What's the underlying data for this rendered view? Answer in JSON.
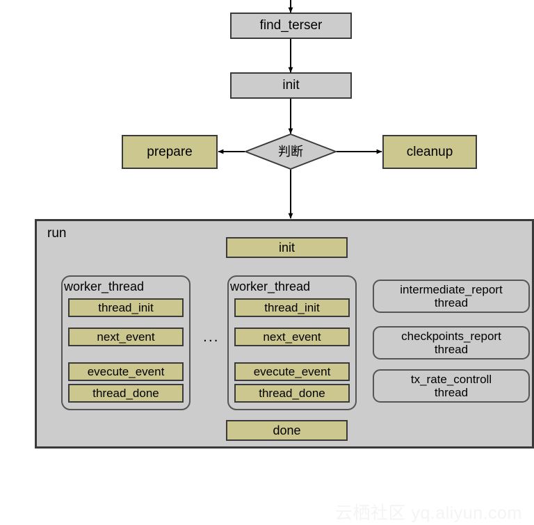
{
  "diagram": {
    "title_nodes": {
      "find_terser": "find_terser",
      "init_top": "init",
      "prepare": "prepare",
      "decision": "判断",
      "cleanup": "cleanup"
    },
    "run_block": {
      "label": "run",
      "init": "init",
      "done": "done",
      "ellipsis": "...",
      "worker_threads": [
        {
          "label": "worker_thread",
          "steps": [
            "thread_init",
            "next_event",
            "evecute_event",
            "thread_done"
          ]
        },
        {
          "label": "worker_thread",
          "steps": [
            "thread_init",
            "next_event",
            "evecute_event",
            "thread_done"
          ]
        }
      ],
      "side_threads": [
        {
          "line1": "intermediate_report",
          "line2": "thread"
        },
        {
          "line1": "checkpoints_report",
          "line2": "thread"
        },
        {
          "line1": "tx_rate_controll",
          "line2": "thread"
        }
      ]
    },
    "watermark": "云栖社区 yq.aliyun.com",
    "colors": {
      "gray_fill": "#cccccc",
      "tan_fill": "#ccc68f",
      "stroke": "#3a3a3a",
      "soft_stroke": "#555555",
      "background": "#ffffff",
      "watermark": "#f4f4f4"
    }
  }
}
